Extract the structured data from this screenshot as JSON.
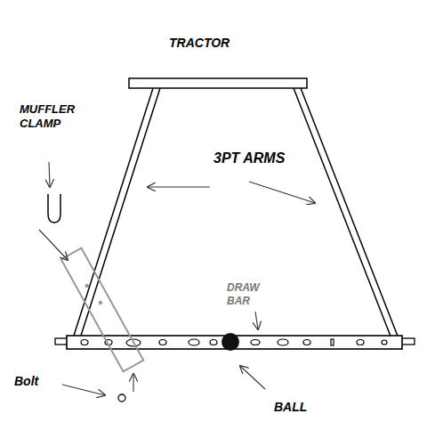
{
  "diagram": {
    "labels": [
      "TRACTOR",
      "MUFFLER CLAMP",
      "3PT ARMS",
      "DRAW BAR",
      "Bolt",
      "BALL"
    ]
  }
}
